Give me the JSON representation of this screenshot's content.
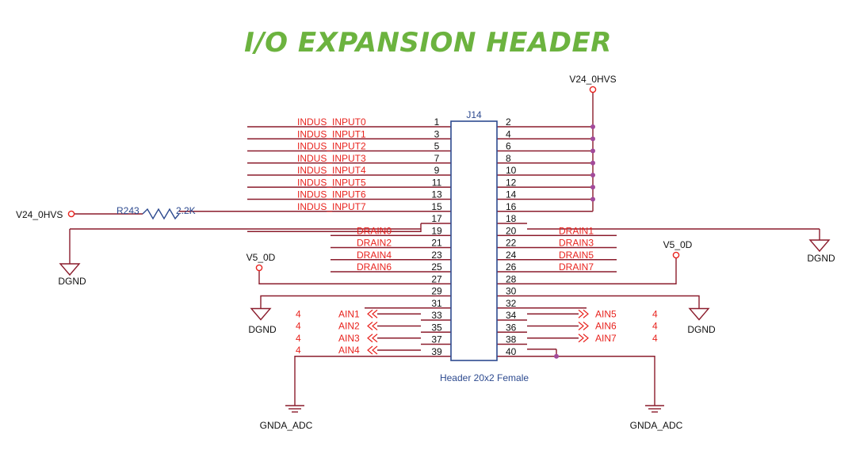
{
  "title": "I/O EXPANSION HEADER",
  "colors": {
    "title": "#6cb33f",
    "wire": "#8b1c2c",
    "net_label": "#e8231e",
    "component": "#2d4a8f",
    "junction": "#a24a9a",
    "text": "#111111"
  },
  "connector": {
    "ref": "J14",
    "part": "Header 20x2 Female"
  },
  "resistor": {
    "ref": "R243",
    "value": "2.2K"
  },
  "left_pin_numbers": [
    "1",
    "3",
    "5",
    "7",
    "9",
    "11",
    "13",
    "15",
    "17",
    "19",
    "21",
    "23",
    "25",
    "27",
    "29",
    "31",
    "33",
    "35",
    "37",
    "39"
  ],
  "right_pin_numbers": [
    "2",
    "4",
    "6",
    "8",
    "10",
    "12",
    "14",
    "16",
    "18",
    "20",
    "22",
    "24",
    "26",
    "28",
    "30",
    "32",
    "34",
    "36",
    "38",
    "40"
  ],
  "indus_labels": [
    "INDUS_INPUT0",
    "INDUS_INPUT1",
    "INDUS_INPUT2",
    "INDUS_INPUT3",
    "INDUS_INPUT4",
    "INDUS_INPUT5",
    "INDUS_INPUT6",
    "INDUS_INPUT7"
  ],
  "drain_left": [
    "DRAIN0",
    "DRAIN2",
    "DRAIN4",
    "DRAIN6"
  ],
  "drain_right": [
    "DRAIN1",
    "DRAIN3",
    "DRAIN5",
    "DRAIN7"
  ],
  "ain_left": [
    "AIN1",
    "AIN2",
    "AIN3",
    "AIN4"
  ],
  "ain_right": [
    "AIN5",
    "AIN6",
    "AIN7"
  ],
  "ain_bus_width": "4",
  "power": {
    "v24_top": "V24_0HVS",
    "v24_left": "V24_0HVS",
    "v5_left": "V5_0D",
    "v5_right": "V5_0D",
    "dgnd": "DGND",
    "gnda": "GNDA_ADC"
  }
}
